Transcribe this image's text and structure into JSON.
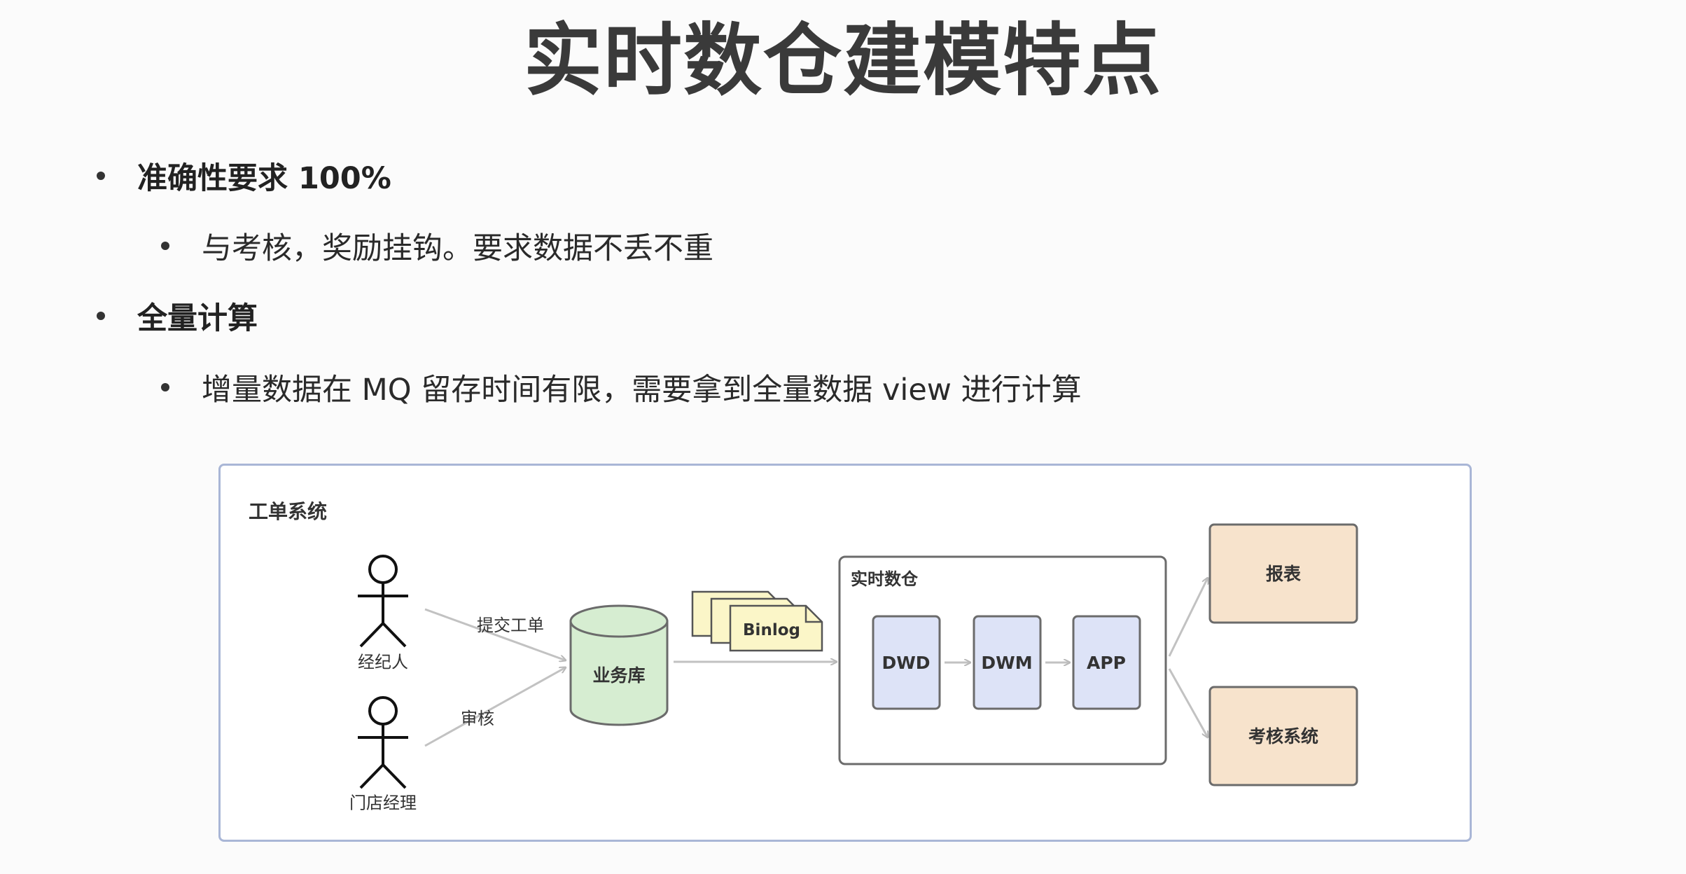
{
  "title": "实时数仓建模特点",
  "bullets": [
    {
      "text": "准确性要求 100%",
      "sub": "与考核，奖励挂钩。要求数据不丢不重"
    },
    {
      "text": "全量计算",
      "sub": "增量数据在 MQ 留存时间有限，需要拿到全量数据 view 进行计算"
    }
  ],
  "diagram": {
    "system_label": "工单系统",
    "actors": [
      "经纪人",
      "门店经理"
    ],
    "edges": [
      "提交工单",
      "审核"
    ],
    "database": "业务库",
    "binlog": "Binlog",
    "warehouse_label": "实时数仓",
    "layers": [
      "DWD",
      "DWM",
      "APP"
    ],
    "outputs": [
      "报表",
      "考核系统"
    ],
    "colors": {
      "database_fill": "#d6edd1",
      "binlog_fill": "#fbf6c8",
      "layer_fill": "#dde3f7",
      "output_fill": "#f7e3cc",
      "frame_border": "#a9b6d6"
    }
  }
}
